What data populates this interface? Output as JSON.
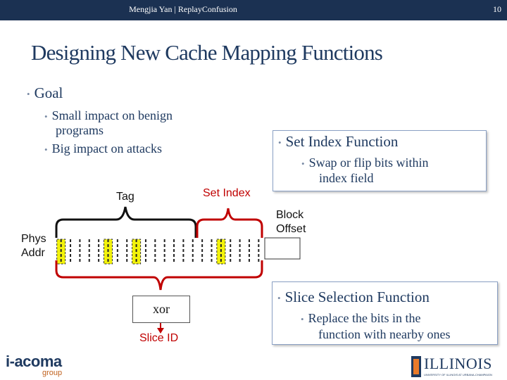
{
  "header": {
    "text": "Mengjia Yan  |  ReplayConfusion",
    "page_number": "10"
  },
  "title": "Designing New Cache Mapping Functions",
  "bullets": {
    "goal": "Goal",
    "sub": [
      "Small impact on benign",
      "programs",
      "Big impact on attacks"
    ]
  },
  "set_index_box": {
    "heading": "Set Index Function",
    "lines": [
      "Swap or flip bits within",
      "index field"
    ]
  },
  "slice_box": {
    "heading": "Slice Selection Function",
    "lines": [
      "Replace the bits in the",
      "function with nearby ones"
    ]
  },
  "diagram": {
    "tag": "Tag",
    "set_index": "Set Index",
    "block_offset": [
      "Block",
      "Offset"
    ],
    "phys_addr": [
      "Phys",
      "Addr"
    ],
    "xor": "xor",
    "slice_id": "Slice ID",
    "bit_count": 22,
    "highlighted_bits": [
      0,
      5,
      8,
      17
    ]
  },
  "logos": {
    "left_main": "i-acoma",
    "left_sub": "group",
    "right_main": "ILLINOIS",
    "right_sub": "UNIVERSITY OF ILLINOIS AT URBANA-CHAMPAIGN"
  },
  "colors": {
    "navy": "#1b3152",
    "accent_red": "#c00000",
    "bit_yellow": "#f2f20a"
  }
}
